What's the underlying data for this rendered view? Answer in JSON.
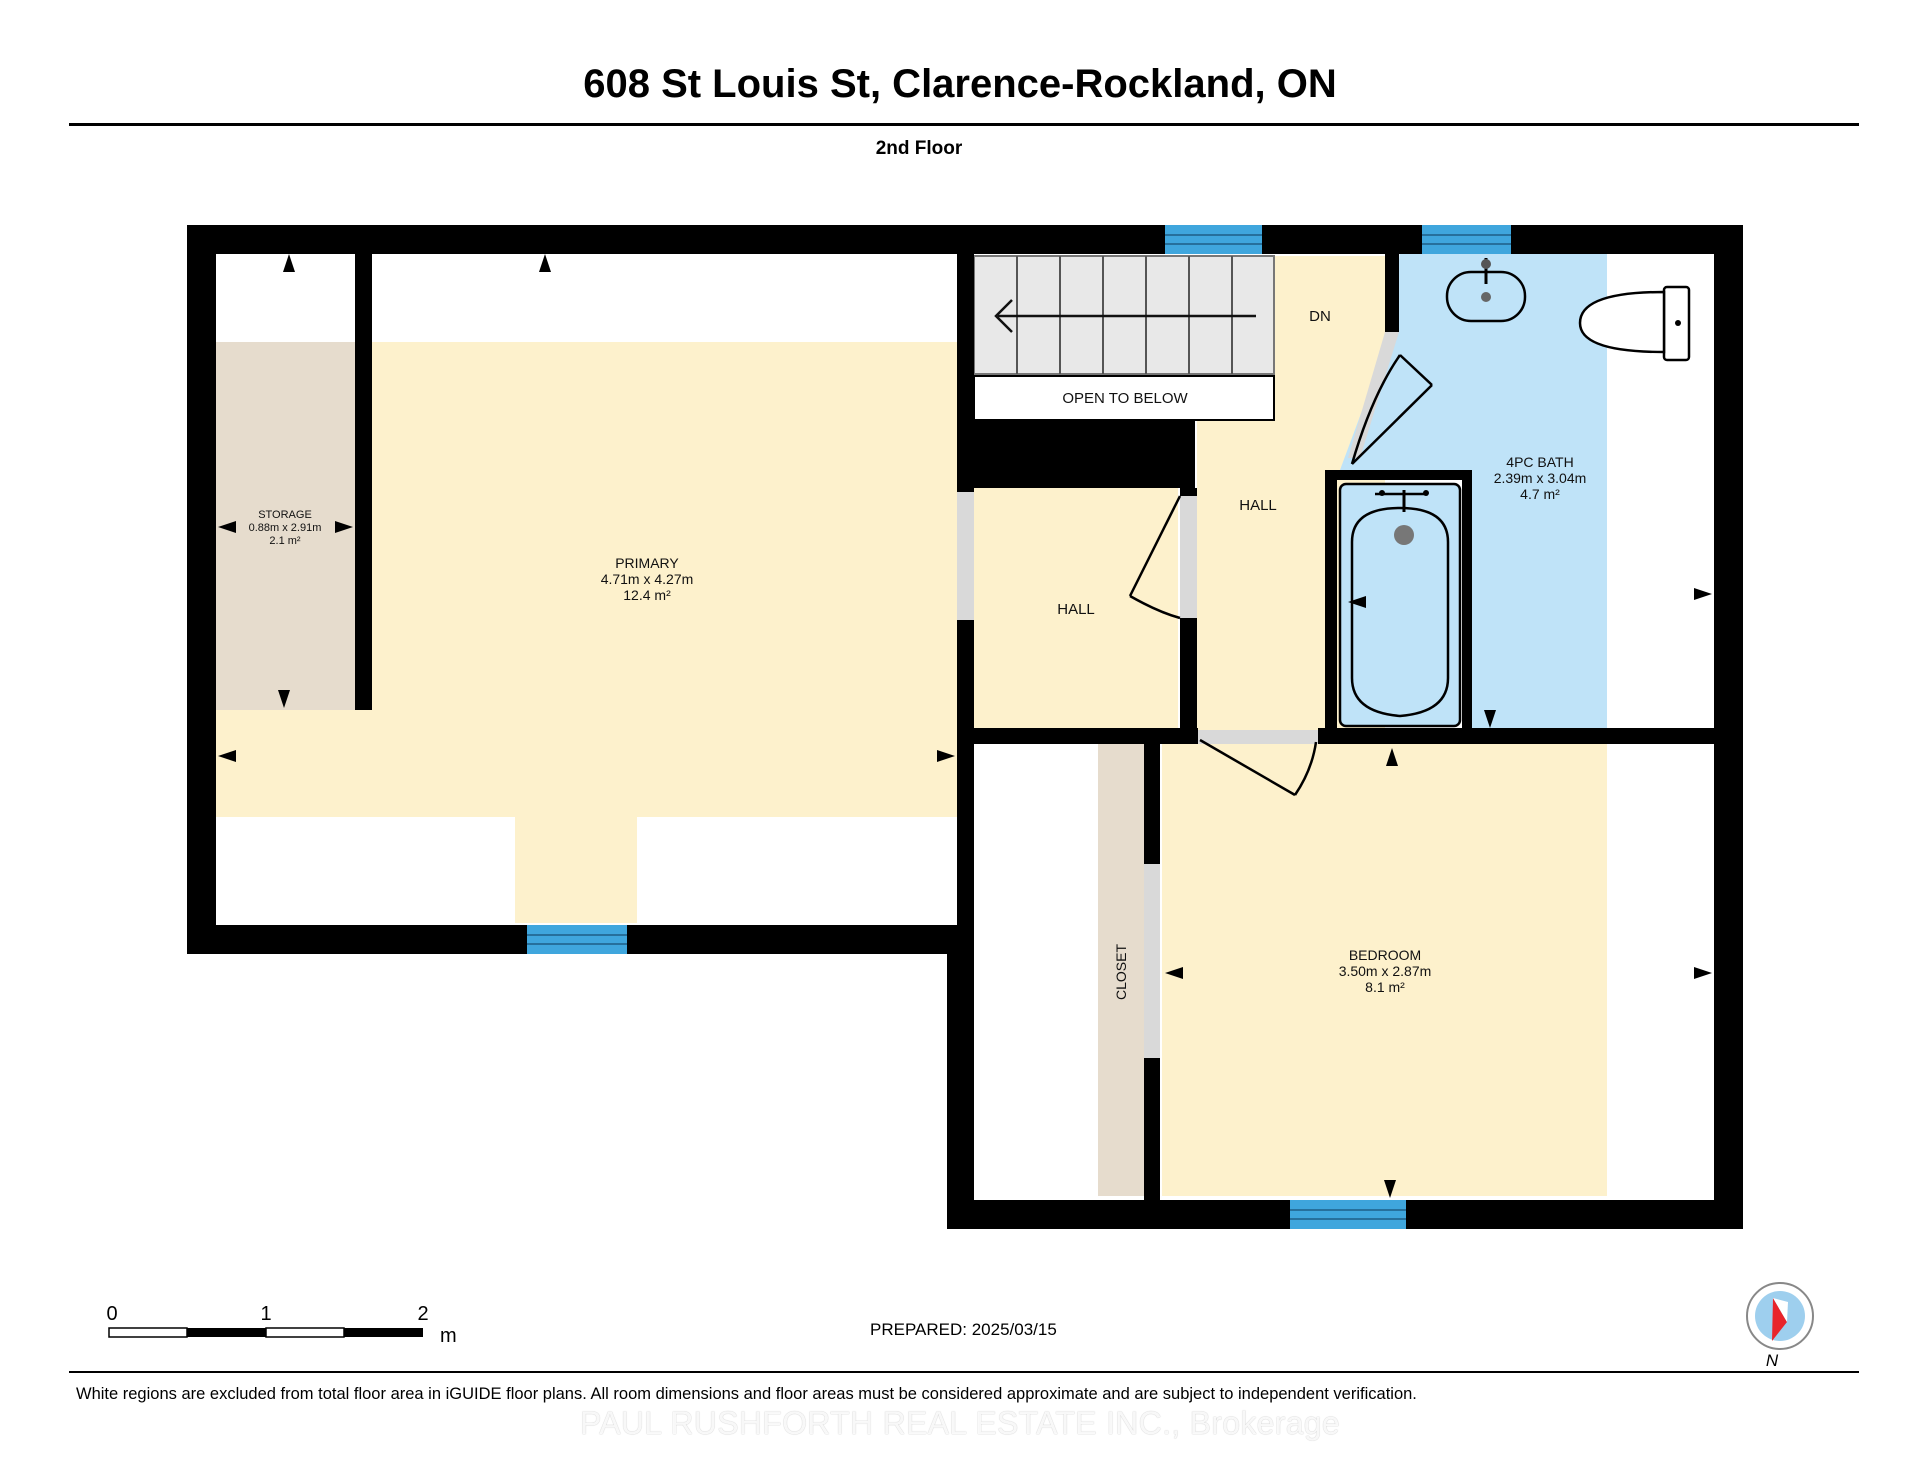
{
  "header": {
    "title": "608 St Louis St, Clarence-Rockland, ON",
    "floor": "2nd Floor"
  },
  "rooms": {
    "storage": {
      "name": "STORAGE",
      "dims": "0.88m x 2.91m",
      "area": "2.1 m²"
    },
    "primary": {
      "name": "PRIMARY",
      "dims": "4.71m x 4.27m",
      "area": "12.4 m²"
    },
    "open_to_below": {
      "name": "OPEN TO BELOW"
    },
    "stair_dn": {
      "name": "DN"
    },
    "hall_upper": {
      "name": "HALL"
    },
    "hall_lower": {
      "name": "HALL"
    },
    "bath": {
      "name": "4PC BATH",
      "dims": "2.39m x 3.04m",
      "area": "4.7 m²"
    },
    "bedroom": {
      "name": "BEDROOM",
      "dims": "3.50m x 2.87m",
      "area": "8.1 m²"
    },
    "closet": {
      "name": "CLOSET"
    }
  },
  "scale_bar": {
    "ticks": [
      "0",
      "1",
      "2"
    ],
    "unit": "m"
  },
  "compass": {
    "label": "N"
  },
  "footer": {
    "prepared": "PREPARED: 2025/03/15",
    "disclaimer": "White regions are excluded from total floor area in iGUIDE floor plans. All room dimensions and floor areas must be considered approximate and are subject to independent verification.",
    "watermark": "PAUL RUSHFORTH REAL ESTATE INC., Brokerage"
  },
  "colors": {
    "wall": "#000000",
    "room_fill": "#fdf1cc",
    "bath_fill": "#bfe3f8",
    "storage_fill": "#e6dccd",
    "window": "#3fa6dd",
    "door_opening": "#d9d9d9"
  }
}
